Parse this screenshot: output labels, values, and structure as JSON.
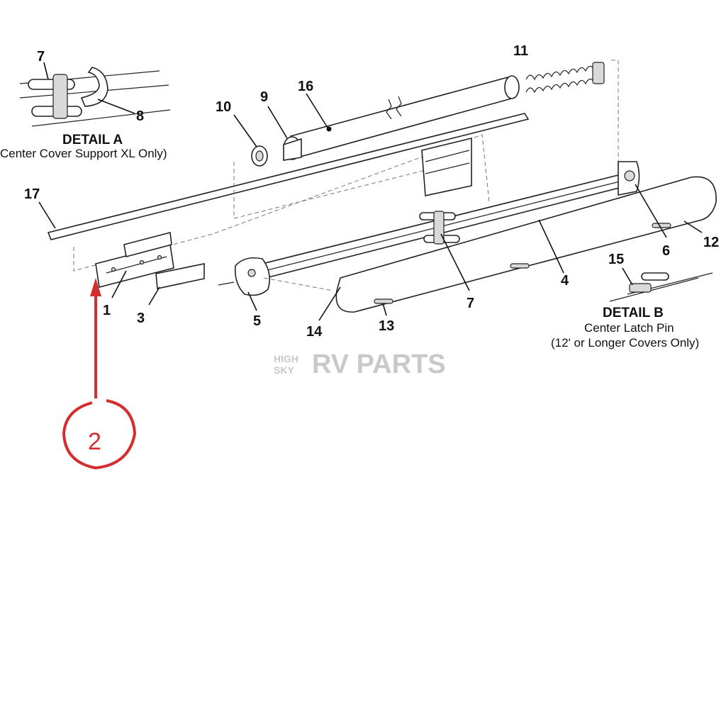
{
  "callouts": {
    "c1": "1",
    "c3": "3",
    "c4": "4",
    "c5": "5",
    "c6": "6",
    "c7a": "7",
    "c7b": "7",
    "c8": "8",
    "c9": "9",
    "c10": "10",
    "c11": "11",
    "c12": "12",
    "c13": "13",
    "c14": "14",
    "c15": "15",
    "c16": "16",
    "c17": "17"
  },
  "detail_a": {
    "title": "DETAIL A",
    "subtitle": "Center Cover Support XL Only)"
  },
  "detail_b": {
    "title": "DETAIL B",
    "line1": "Center Latch Pin",
    "line2": "(12' or Longer Covers Only)"
  },
  "watermark": {
    "small_top": "HIGH",
    "small_bottom": "SKY",
    "large": "RV PARTS"
  },
  "annotation": {
    "label": "2",
    "color": "#d42d2d"
  }
}
